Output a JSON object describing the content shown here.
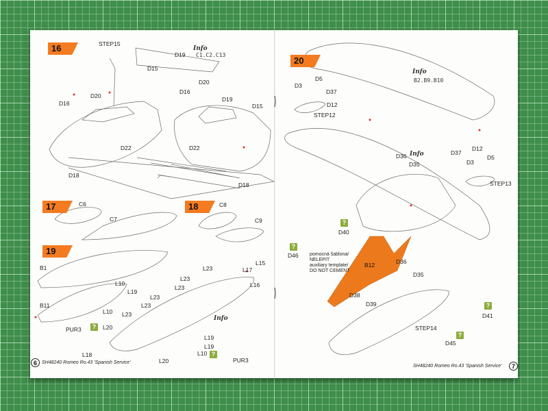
{
  "colors": {
    "mat_green": "#3f8e4b",
    "paper": "#fdfdfb",
    "step_orange": "#f47b20",
    "template_orange": "#ec7a1c",
    "help_green": "#8bac3d"
  },
  "left_page": {
    "steps": {
      "s16": "16",
      "s17": "17",
      "s18": "18",
      "s19": "19"
    },
    "labels": {
      "step15": "STEP15",
      "d19a": "D19",
      "d15a": "D15",
      "d16a": "D16",
      "d20a": "D20",
      "d16b": "D16",
      "d20b": "D20",
      "d22a": "D22",
      "d18a": "D18",
      "d19b": "D19",
      "d15b": "D15",
      "d22b": "D22",
      "d18b": "D18",
      "c6": "C6",
      "c7": "C7",
      "c8": "C8",
      "c9": "C9",
      "b1": "B1",
      "b11": "B11",
      "l10a": "L10",
      "l19a": "L19",
      "l10b": "L10",
      "l20a": "L20",
      "l18": "L18",
      "l23a": "L23",
      "l23b": "L23",
      "l23c": "L23",
      "l23d": "L23",
      "l23e": "L23",
      "l23f": "L23",
      "l17": "L17",
      "l15": "L15",
      "l16": "L16",
      "l19b": "L19",
      "l19c": "L19",
      "l20b": "L20",
      "l10c": "L10",
      "pur3a": "PUR3",
      "pur3b": "PUR3"
    },
    "info_word": "Info",
    "info_parts": "C1.C2.C13",
    "info_word_19": "Info",
    "help_mark": "?",
    "footer": "SH48240 Romeo Ro.43 'Spanish Service'",
    "page_number": "6"
  },
  "right_page": {
    "steps": {
      "s20": "20"
    },
    "labels": {
      "d3a": "D3",
      "d5a": "D5",
      "d37a": "D37",
      "d12a": "D12",
      "step12": "STEP12",
      "d36a": "D36",
      "d35a": "D35",
      "d37b": "D37",
      "d12b": "D12",
      "d3b": "D3",
      "d5b": "D5",
      "step13": "STEP13",
      "d40": "D40",
      "d46": "D46",
      "b12": "B12",
      "d36b": "D36",
      "d35b": "D35",
      "d38": "D38",
      "d39": "D39",
      "step14": "STEP14",
      "d41": "D41",
      "d45": "D45"
    },
    "info_word_a": "Info",
    "info_parts_a": "B2.B9.B10",
    "info_word_b": "Info",
    "template_note": [
      "pomocná šablona/",
      "NELEPIT",
      "auxiliary template/",
      "DO NOT CEMENT"
    ],
    "help_mark": "?",
    "footer": "SH48240 Romeo Ro.43 'Spanish Service'",
    "page_number": "7"
  }
}
